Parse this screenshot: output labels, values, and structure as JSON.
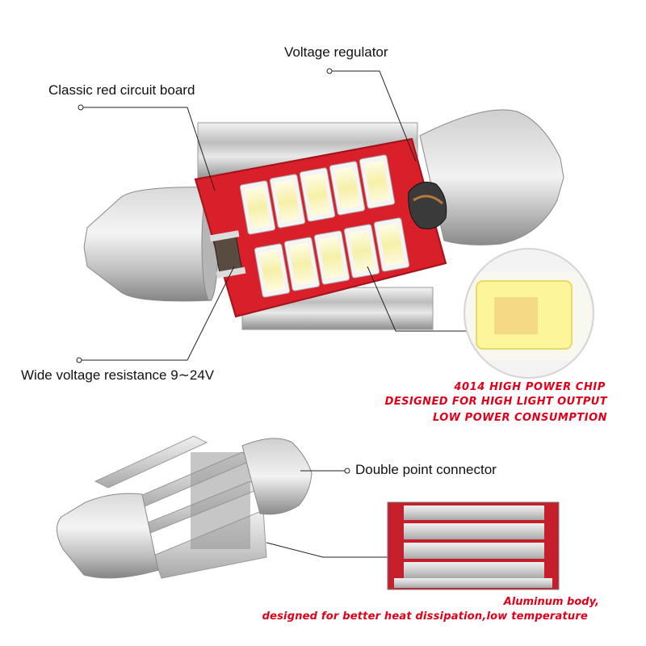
{
  "callouts": {
    "voltage_regulator": "Voltage regulator",
    "circuit_board": "Classic red circuit board",
    "voltage_resistance": "Wide voltage resistance 9∼24V",
    "connector": "Double point connector"
  },
  "features": {
    "chip_line1": "4014 HIGH POWER CHIP",
    "chip_line2": "DESIGNED FOR HIGH LIGHT OUTPUT",
    "chip_line3": "LOW POWER CONSUMPTION",
    "aluminum_line1": "Aluminum body,",
    "aluminum_line2": "designed for better heat dissipation,low temperature"
  },
  "colors": {
    "accent_red": "#e0001a",
    "board_red": "#d81f2a",
    "led_yellow": "#fff3a0",
    "metal": "#c9c9c9"
  },
  "led_count": 10
}
